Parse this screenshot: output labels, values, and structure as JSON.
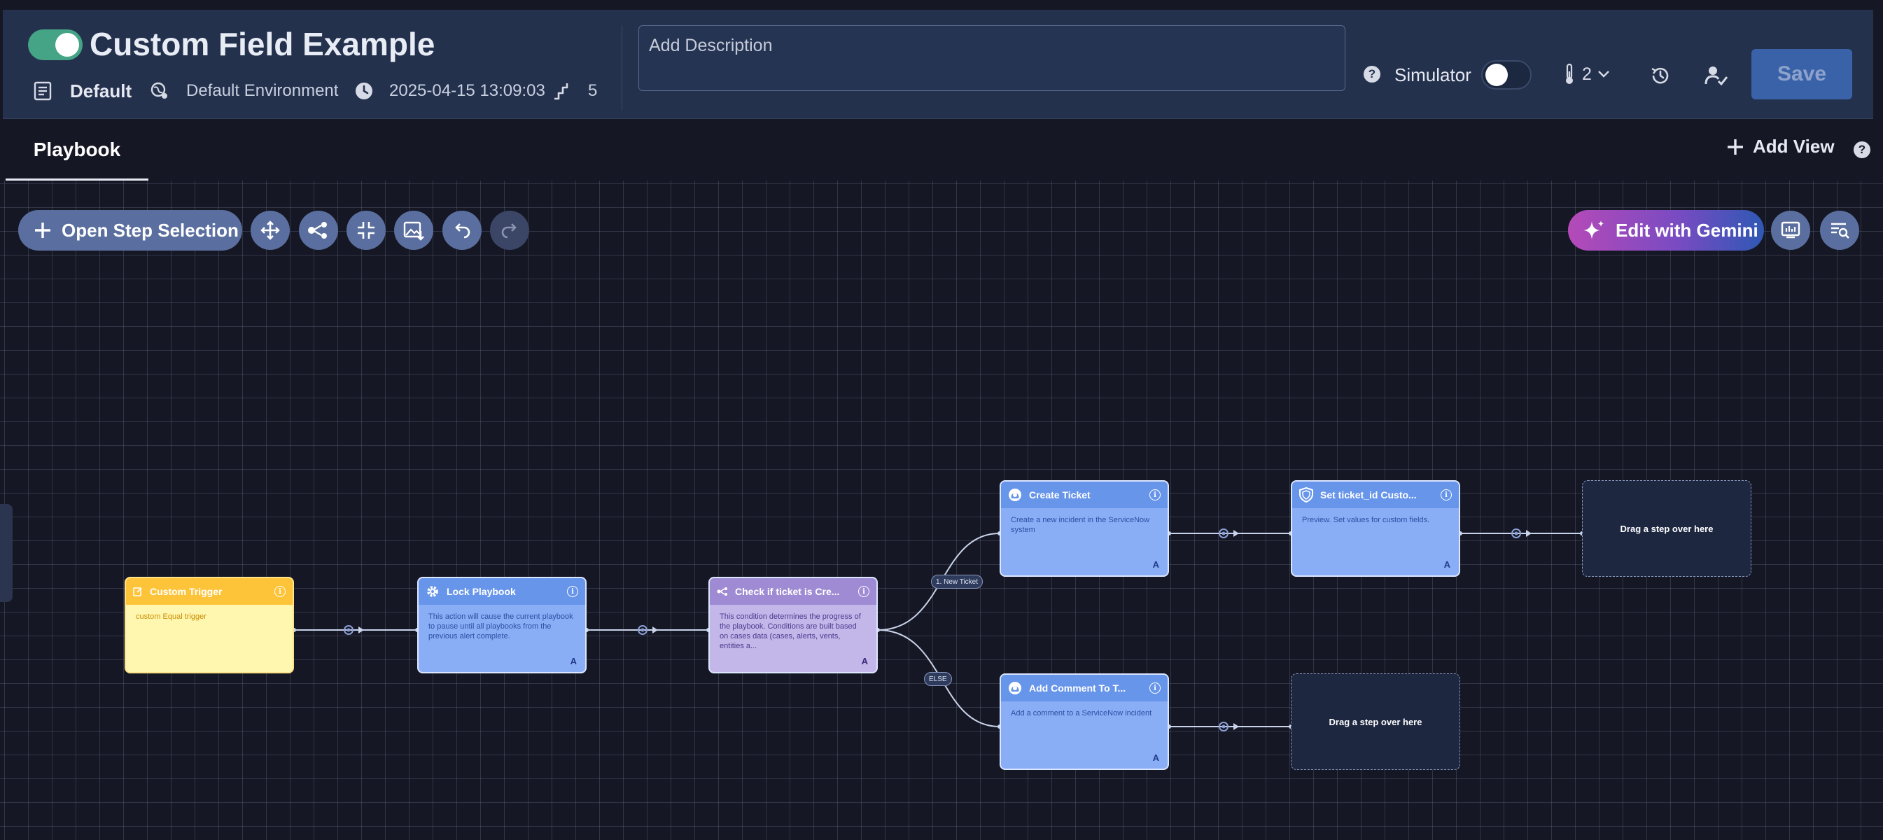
{
  "header": {
    "playbook_enabled": true,
    "title": "Custom Field Example",
    "playbook_type": "Default",
    "environment": "Default Environment",
    "modified": "2025-04-15 13:09:03",
    "steps_count": "5",
    "description_placeholder": "Add Description",
    "description_value": "",
    "simulator_label": "Simulator",
    "simulator_on": false,
    "priority_value": "2",
    "save_label": "Save"
  },
  "tabs": {
    "playbook_label": "Playbook",
    "add_view_label": "Add View"
  },
  "toolbar": {
    "open_step_label": "Open Step Selection",
    "gemini_label": "Edit with Gemini"
  },
  "nodes": {
    "trigger": {
      "title": "Custom Trigger",
      "body": "custom Equal trigger"
    },
    "lock": {
      "title": "Lock Playbook",
      "body": "This action will cause the current playbook to pause until all playbooks from the previous alert complete.",
      "badge": "A"
    },
    "condition": {
      "title": "Check if ticket is Cre...",
      "body": "This condition determines the progress of the playbook. Conditions are built based on cases data (cases, alerts, vents, entities a...",
      "badge": "A"
    },
    "create_ticket": {
      "title": "Create Ticket",
      "body": "Create a new incident in the ServiceNow system",
      "badge": "A"
    },
    "set_ticket": {
      "title": "Set ticket_id Custo...",
      "body": "Preview. Set values for custom fields.",
      "badge": "A"
    },
    "add_comment": {
      "title": "Add Comment To T...",
      "body": "Add a comment to a ServiceNow incident",
      "badge": "A"
    },
    "placeholder_top": {
      "text": "Drag a step over here"
    },
    "placeholder_bottom": {
      "text": "Drag a step over here"
    }
  },
  "edge_labels": {
    "branch1": "1. New Ticket",
    "else": "ELSE"
  },
  "colors": {
    "header_bg": "#24314d",
    "canvas_bg": "#161724",
    "toggle_on": "#45a386",
    "save_bg": "#3a62a8",
    "trigger_header": "#fdc43a",
    "action_header": "#6795ea",
    "condition_header": "#9f8bd4"
  }
}
